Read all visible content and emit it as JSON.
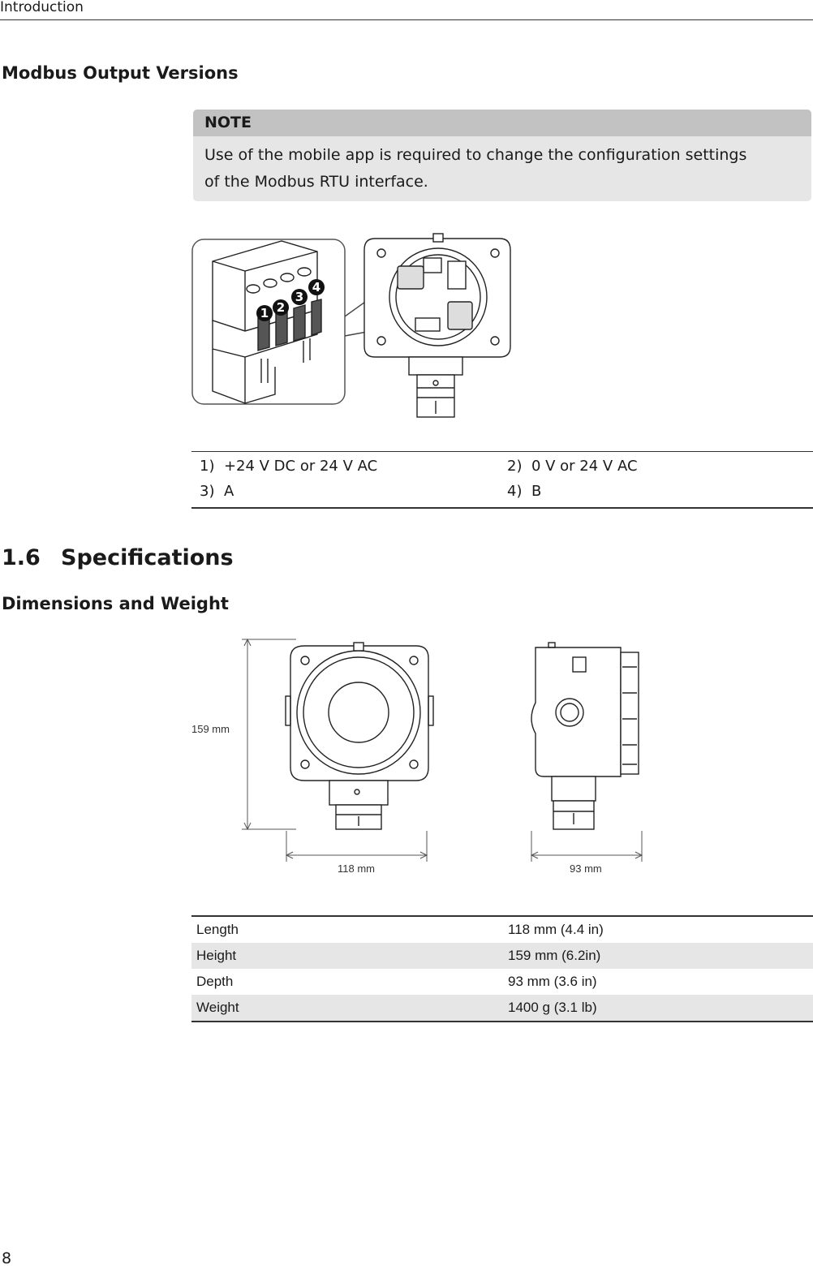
{
  "header": {
    "running_title": "Introduction"
  },
  "modbus": {
    "heading": "Modbus Output Versions",
    "note_label": "NOTE",
    "note_text": "Use of the mobile app is required to change the configuration settings of the Modbus RTU interface.",
    "callouts": [
      "1",
      "2",
      "3",
      "4"
    ],
    "legend": [
      {
        "num": "1)",
        "text": "+24 V DC or 24 V AC"
      },
      {
        "num": "2)",
        "text": "0 V or 24 V AC"
      },
      {
        "num": "3)",
        "text": "A"
      },
      {
        "num": "4)",
        "text": "B"
      }
    ]
  },
  "specifications": {
    "number": "1.6",
    "title": "Specifications",
    "subheading": "Dimensions and Weight",
    "dimensions": {
      "height_label": "159 mm",
      "width_label": "118 mm",
      "depth_label": "93 mm"
    },
    "rows": [
      {
        "label": "Length",
        "value": "118 mm (4.4 in)"
      },
      {
        "label": "Height",
        "value": "159 mm (6.2in)"
      },
      {
        "label": "Depth",
        "value": "93 mm (3.6 in)"
      },
      {
        "label": "Weight",
        "value": "1400 g (3.1 lb)"
      }
    ]
  },
  "footer": {
    "page_number": "8"
  }
}
